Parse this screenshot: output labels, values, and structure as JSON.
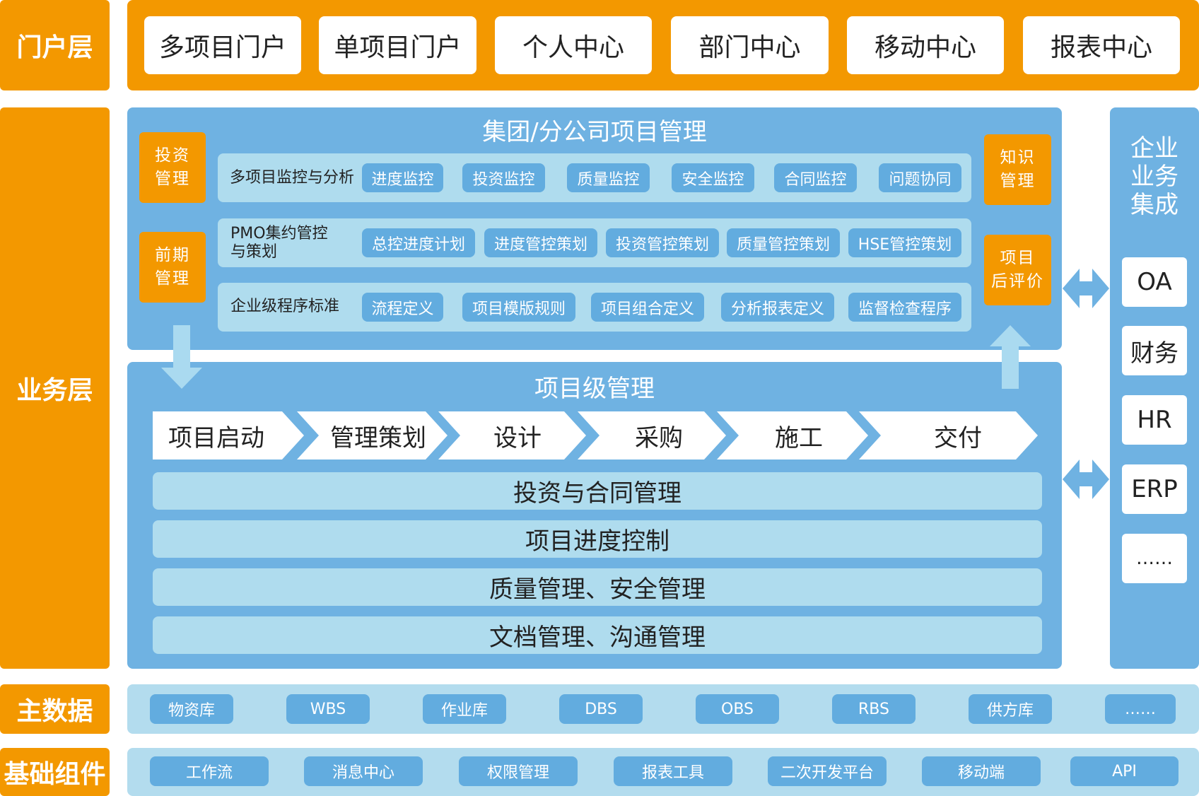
{
  "layers": {
    "portal": "门户层",
    "business": "业务层",
    "master_data": "主数据",
    "foundation": "基础组件"
  },
  "portal_items": [
    "多项目门户",
    "单项目门户",
    "个人中心",
    "部门中心",
    "移动中心",
    "报表中心"
  ],
  "group": {
    "title": "集团/分公司项目管理",
    "left_boxes": [
      "投资\n管理",
      "前期\n管理"
    ],
    "right_boxes": [
      "知识\n管理",
      "项目\n后评价"
    ],
    "rows": [
      {
        "label": "多项目监控与分析",
        "chips": [
          "进度监控",
          "投资监控",
          "质量监控",
          "安全监控",
          "合同监控",
          "问题协同"
        ]
      },
      {
        "label": "PMO集约管控\n与策划",
        "chips": [
          "总控进度计划",
          "进度管控策划",
          "投资管控策划",
          "质量管控策划",
          "HSE管控策划"
        ]
      },
      {
        "label": "企业级程序标准",
        "chips": [
          "流程定义",
          "项目模版规则",
          "项目组合定义",
          "分析报表定义",
          "监督检查程序"
        ]
      }
    ]
  },
  "project": {
    "title": "项目级管理",
    "flow_steps": [
      "项目启动",
      "管理策划",
      "设计",
      "采购",
      "施工",
      "交付"
    ],
    "wide_rows": [
      "投资与合同管理",
      "项目进度控制",
      "质量管理、安全管理",
      "文档管理、沟通管理"
    ]
  },
  "integration": {
    "title": "企业\n业务\n集成",
    "items": [
      "OA",
      "财务",
      "HR",
      "ERP",
      "……"
    ]
  },
  "master_data_items": [
    "物资库",
    "WBS",
    "作业库",
    "DBS",
    "OBS",
    "RBS",
    "供方库",
    "……"
  ],
  "foundation_items": [
    "工作流",
    "消息中心",
    "权限管理",
    "报表工具",
    "二次开发平台",
    "移动端",
    "API"
  ],
  "colors": {
    "orange": "#f39800",
    "blue": "#6fb2e2",
    "light_blue": "#afdcee",
    "chip_blue": "#62acdf",
    "arrow": "#aadaf0"
  }
}
